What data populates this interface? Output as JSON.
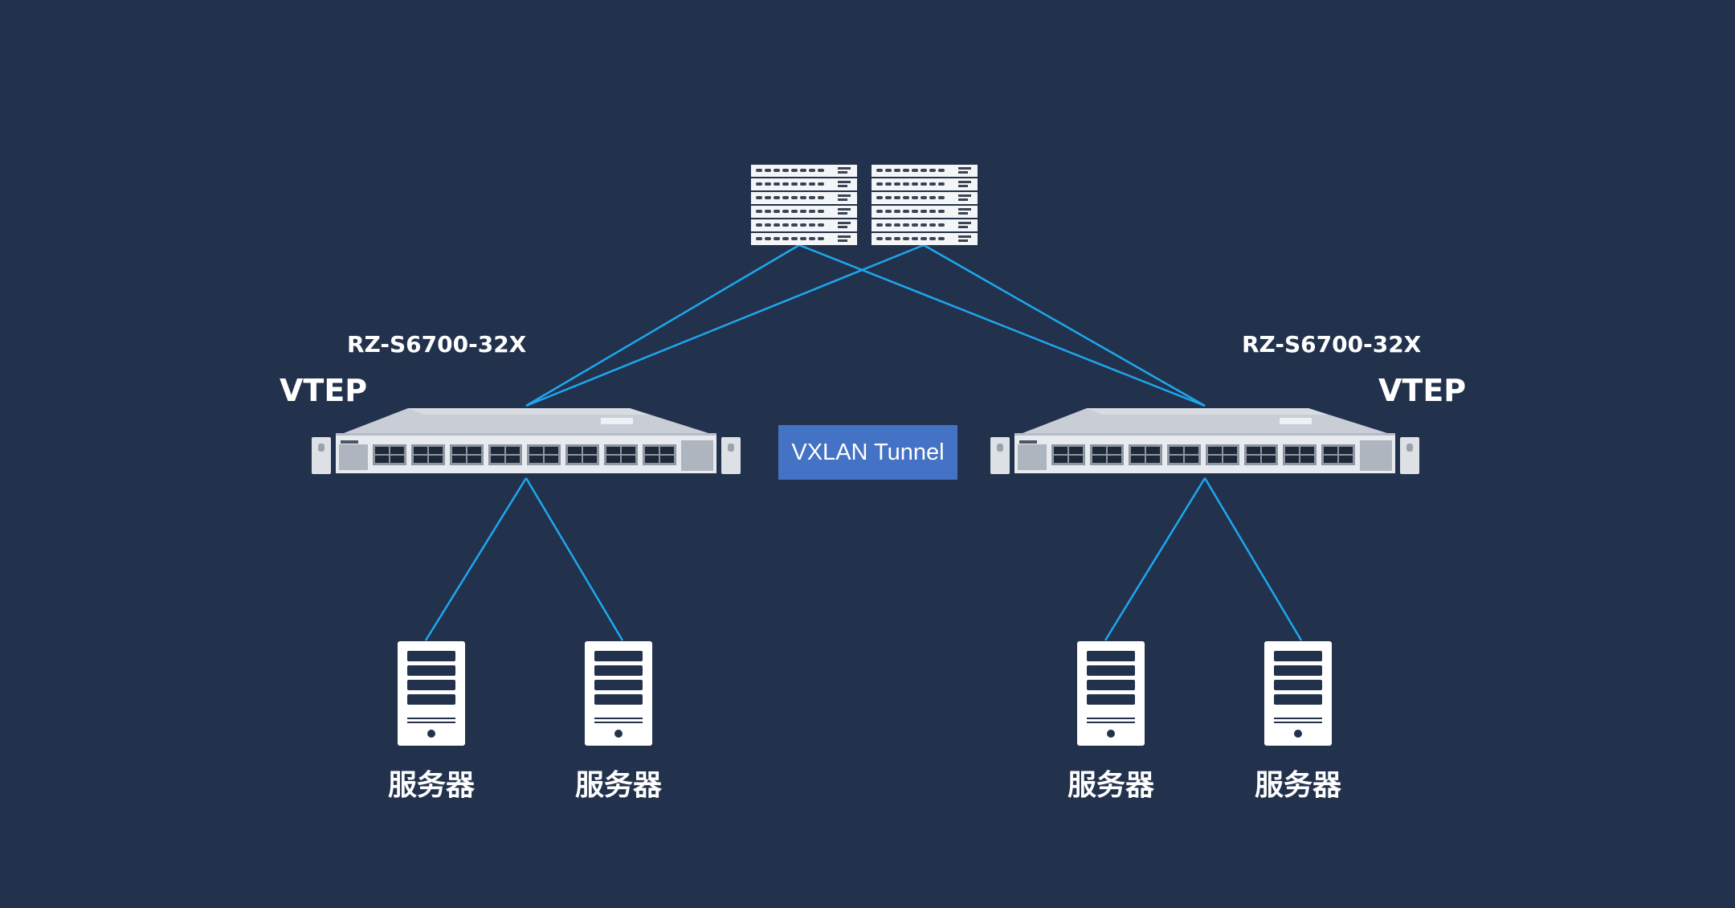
{
  "switch_left": {
    "model": "RZ-S6700-32X",
    "role": "VTEP"
  },
  "switch_right": {
    "model": "RZ-S6700-32X",
    "role": "VTEP"
  },
  "tunnel": {
    "label": "VXLAN Tunnel"
  },
  "servers": [
    {
      "label": "服务器"
    },
    {
      "label": "服务器"
    },
    {
      "label": "服务器"
    },
    {
      "label": "服务器"
    }
  ],
  "colors": {
    "background": "#22324d",
    "link": "#1ea7ef",
    "tunnel_box": "#4472c4",
    "text": "#ffffff"
  }
}
